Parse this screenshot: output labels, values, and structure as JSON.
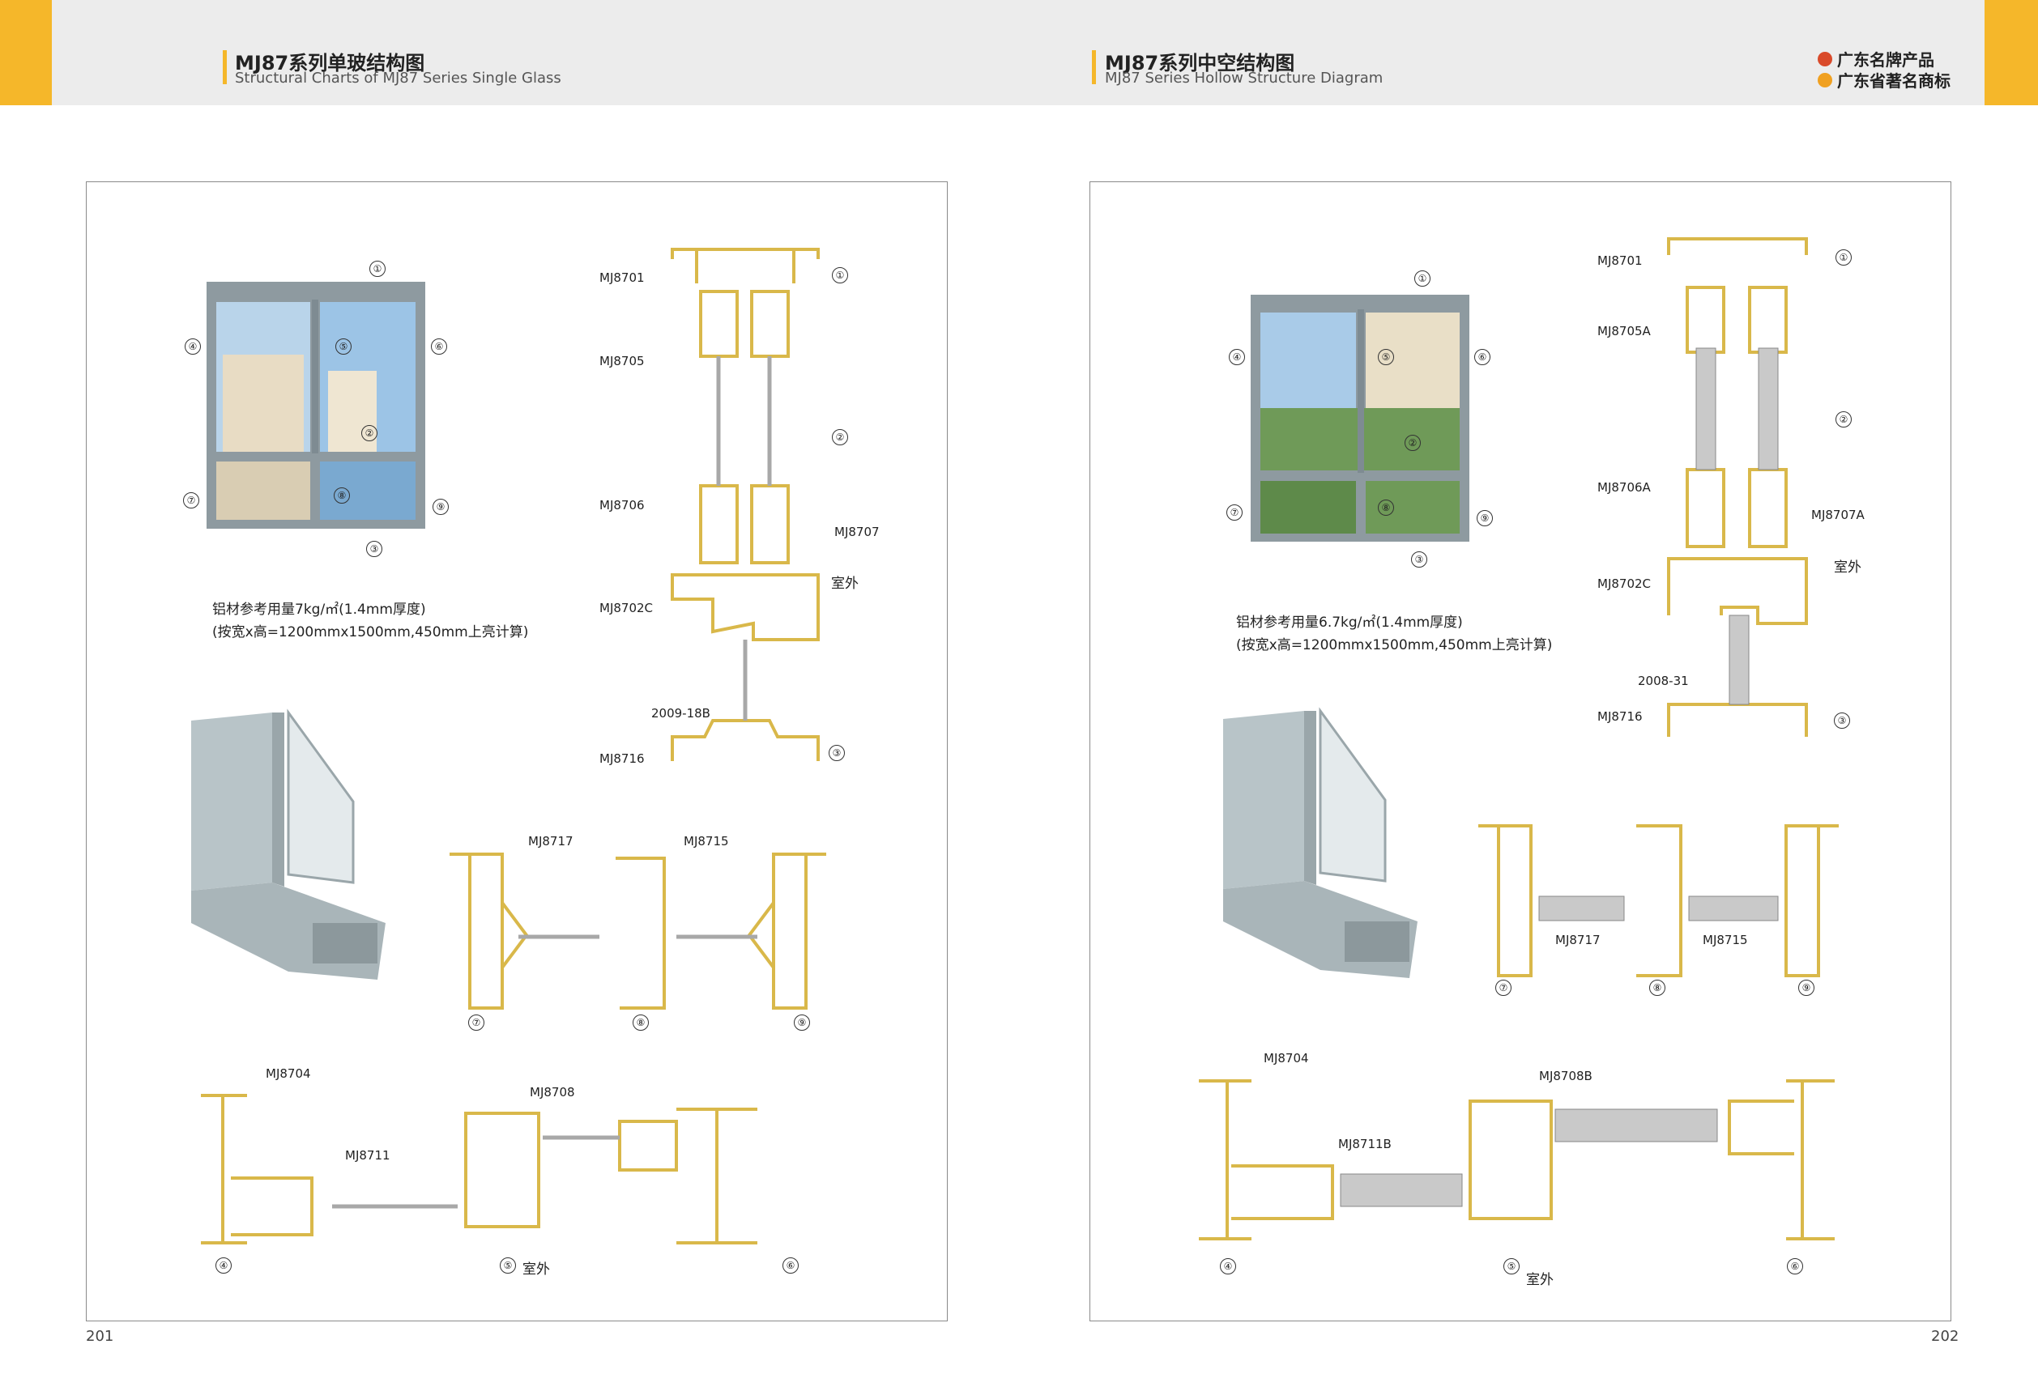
{
  "left": {
    "title": "MJ87系列单玻结构图",
    "subtitle": "Structural Charts of MJ87 Series Single Glass",
    "page_number": "201",
    "note_line1": "铝材参考用量7kg/㎡(1.4mm厚度)",
    "note_line2": "(按宽x高=1200mmx1500mm,450mm上亮计算)",
    "parts": {
      "p1": "MJ8701",
      "p2": "MJ8705",
      "p3": "MJ8706",
      "p4": "MJ8707",
      "p5": "MJ8702C",
      "p6": "2009-18B",
      "p7": "MJ8716",
      "p8": "MJ8717",
      "p9": "MJ8715",
      "p10": "MJ8704",
      "p11": "MJ8708",
      "p12": "MJ8711"
    },
    "outdoor": "室外",
    "outdoor2": "室外"
  },
  "right": {
    "title": "MJ87系列中空结构图",
    "subtitle": "MJ87 Series Hollow Structure Diagram",
    "page_number": "202",
    "note_line1": "铝材参考用量6.7kg/㎡(1.4mm厚度)",
    "note_line2": "(按宽x高=1200mmx1500mm,450mm上亮计算)",
    "parts": {
      "p1": "MJ8701",
      "p2": "MJ8705A",
      "p3": "MJ8706A",
      "p4": "MJ8707A",
      "p5": "MJ8702C",
      "p6": "2008-31",
      "p7": "MJ8716",
      "p8": "MJ8717",
      "p9": "MJ8715",
      "p10": "MJ8704",
      "p11": "MJ8708B",
      "p12": "MJ8711B"
    },
    "outdoor": "室外",
    "outdoor2": "室外"
  },
  "brand": {
    "line1": "广东名牌产品",
    "line2": "广东省著名商标"
  },
  "markers": [
    "①",
    "②",
    "③",
    "④",
    "⑤",
    "⑥",
    "⑦",
    "⑧",
    "⑨"
  ],
  "colors": {
    "accent": "#f5b72a",
    "profile": "#d9b84a",
    "frame": "#8e9aa0"
  }
}
